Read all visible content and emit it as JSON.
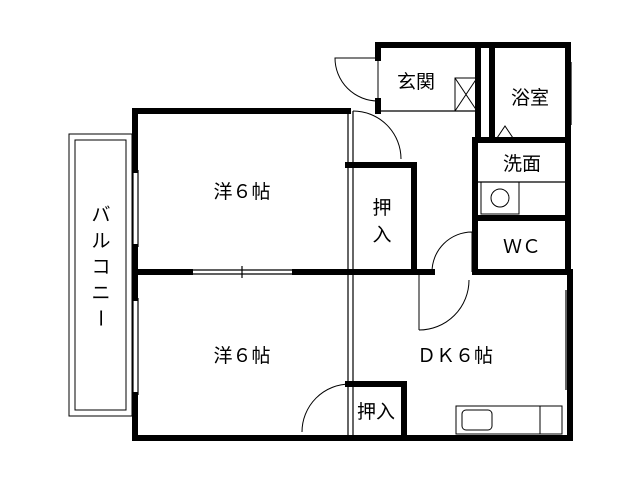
{
  "rooms": {
    "western_room_1": "洋６帖",
    "western_room_2": "洋６帖",
    "dining_kitchen": "ＤＫ６帖",
    "entrance": "玄関",
    "bathroom": "浴室",
    "washroom": "洗面",
    "toilet": "ＷＣ",
    "closet_1_line1": "押",
    "closet_1_line2": "入",
    "closet_2": "押入",
    "balcony": [
      "バ",
      "ル",
      "コ",
      "ニ",
      "ー"
    ]
  }
}
